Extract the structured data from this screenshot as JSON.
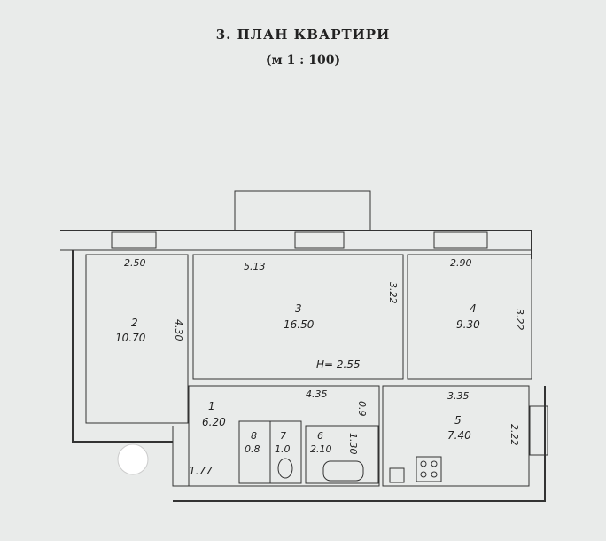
{
  "title": "3. ПЛАН КВАРТИРИ",
  "scale": "(м 1 : 100)",
  "height_note": "H= 2.55",
  "rooms": [
    {
      "num": "2",
      "area": "10.70",
      "w": "2.50",
      "h": "4.30"
    },
    {
      "num": "3",
      "area": "16.50",
      "w": "5.13",
      "h": "3.22"
    },
    {
      "num": "4",
      "area": "9.30",
      "w": "2.90",
      "h": "3.22"
    },
    {
      "num": "1",
      "area": "6.20",
      "w": "4.35",
      "h": "0.9"
    },
    {
      "num": "5",
      "area": "7.40",
      "w": "3.35",
      "h": "2.22"
    },
    {
      "num": "6",
      "area": "2.10",
      "w": "1.30"
    },
    {
      "num": "7",
      "area": "1.0"
    },
    {
      "num": "8",
      "area": "0.8"
    }
  ],
  "corridor_area": "1.77"
}
